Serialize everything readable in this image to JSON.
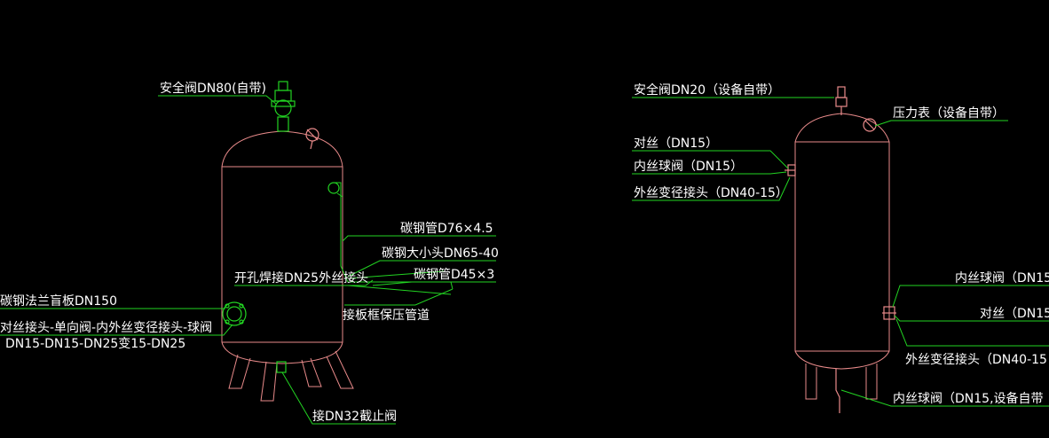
{
  "left_tank": {
    "labels": {
      "safety_valve": "安全阀DN80(自带)",
      "steel_pipe_76": "碳钢管D76×4.5",
      "reducer": "碳钢大小头DN65-40",
      "weld_joint": "开孔焊接DN25外丝接头",
      "steel_pipe_45": "碳钢管D45×3",
      "blind_flange": "碳钢法兰盲板DN150",
      "connect_line": "接板框保压管道",
      "valve_chain_1": "对丝接头-单向阀-内外丝变径接头-球阀",
      "valve_chain_2": "DN15-DN15-DN25变15-DN25",
      "stop_valve": "接DN32截止阀"
    }
  },
  "right_tank": {
    "labels": {
      "safety_valve": "安全阀DN20（设备自带）",
      "pressure_gauge": "压力表（设备自带）",
      "nipple_top": "对丝（DN15）",
      "ball_valve_top": "内丝球阀（DN15）",
      "reducer_top": "外丝变径接头（DN40-15）",
      "ball_valve_side": "内丝球阀（DN15",
      "nipple_side": "对丝（DN15",
      "reducer_side": "外丝变径接头（DN40-15",
      "ball_valve_bottom": "内丝球阀（DN15,设备自带"
    }
  },
  "colors": {
    "background": "#000000",
    "vessel": "#e88a8a",
    "leader": "#22d322",
    "text": "#ffffff"
  }
}
